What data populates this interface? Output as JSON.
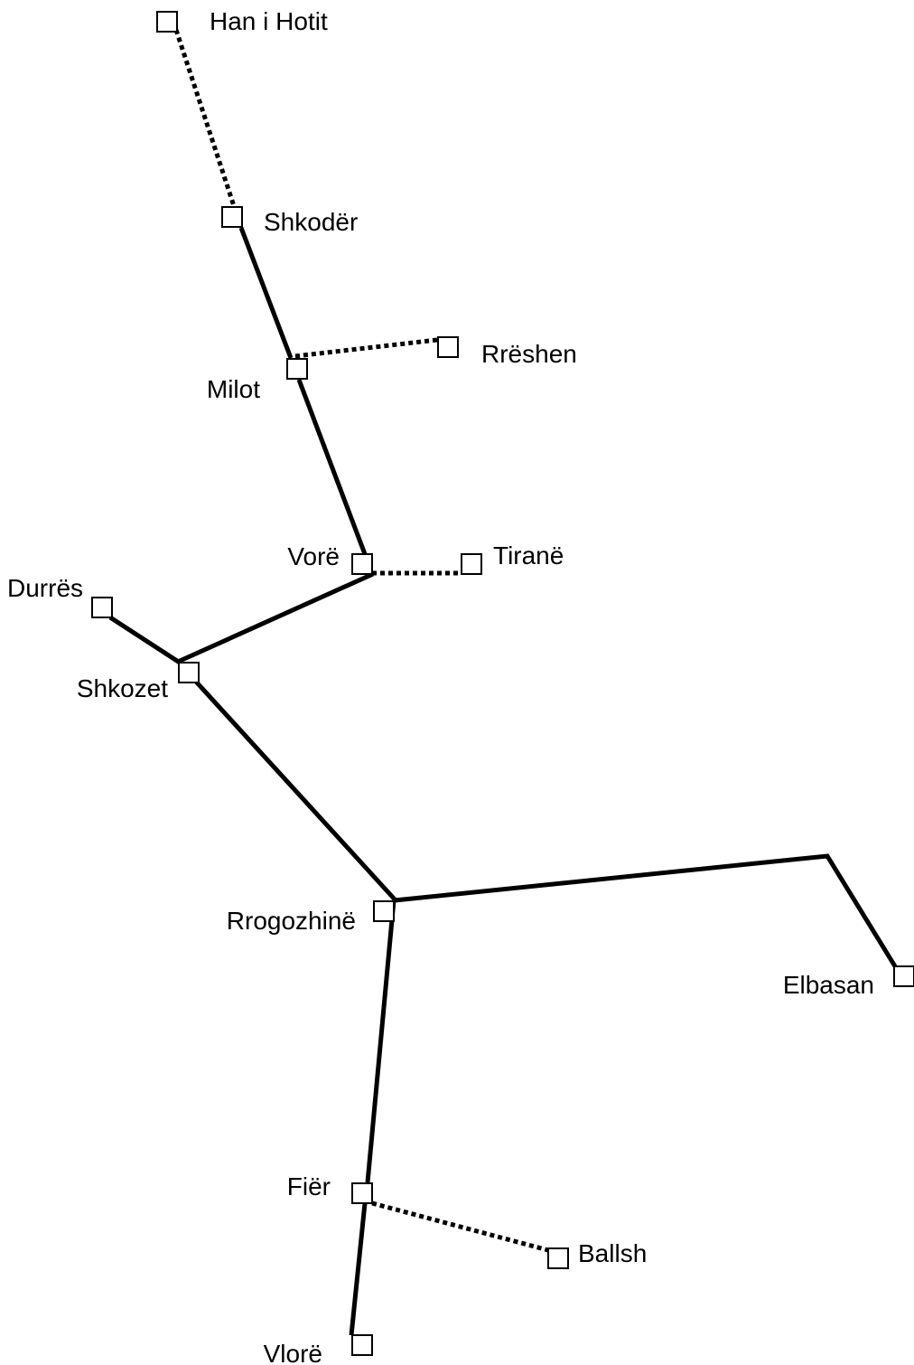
{
  "stations": [
    {
      "id": "han-i-hotit",
      "label": "Han i Hotit"
    },
    {
      "id": "shkoder",
      "label": "Shkodër"
    },
    {
      "id": "milot",
      "label": "Milot"
    },
    {
      "id": "rreshen",
      "label": "Rrëshen"
    },
    {
      "id": "vore",
      "label": "Vorë"
    },
    {
      "id": "tirane",
      "label": "Tiranë"
    },
    {
      "id": "durres",
      "label": "Durrës"
    },
    {
      "id": "shkozet",
      "label": "Shkozet"
    },
    {
      "id": "rrogozhine",
      "label": "Rrogozhinë"
    },
    {
      "id": "elbasan",
      "label": "Elbasan"
    },
    {
      "id": "fier",
      "label": "Fiër"
    },
    {
      "id": "ballsh",
      "label": "Ballsh"
    },
    {
      "id": "vlore",
      "label": "Vlorë"
    }
  ],
  "lines": [
    {
      "from": "han-i-hotit",
      "to": "shkoder",
      "style": "dashed"
    },
    {
      "from": "shkoder",
      "to": "milot",
      "style": "solid"
    },
    {
      "from": "milot",
      "to": "rreshen",
      "style": "dashed"
    },
    {
      "from": "milot",
      "to": "vore",
      "style": "solid"
    },
    {
      "from": "vore",
      "to": "tirane",
      "style": "dashed"
    },
    {
      "from": "vore",
      "to": "shkozet",
      "style": "solid"
    },
    {
      "from": "durres",
      "to": "shkozet",
      "style": "solid"
    },
    {
      "from": "shkozet",
      "to": "rrogozhine",
      "style": "solid"
    },
    {
      "from": "rrogozhine",
      "to": "elbasan",
      "style": "solid"
    },
    {
      "from": "rrogozhine",
      "to": "fier",
      "style": "solid"
    },
    {
      "from": "fier",
      "to": "ballsh",
      "style": "dashed"
    },
    {
      "from": "fier",
      "to": "vlore",
      "style": "solid"
    }
  ]
}
